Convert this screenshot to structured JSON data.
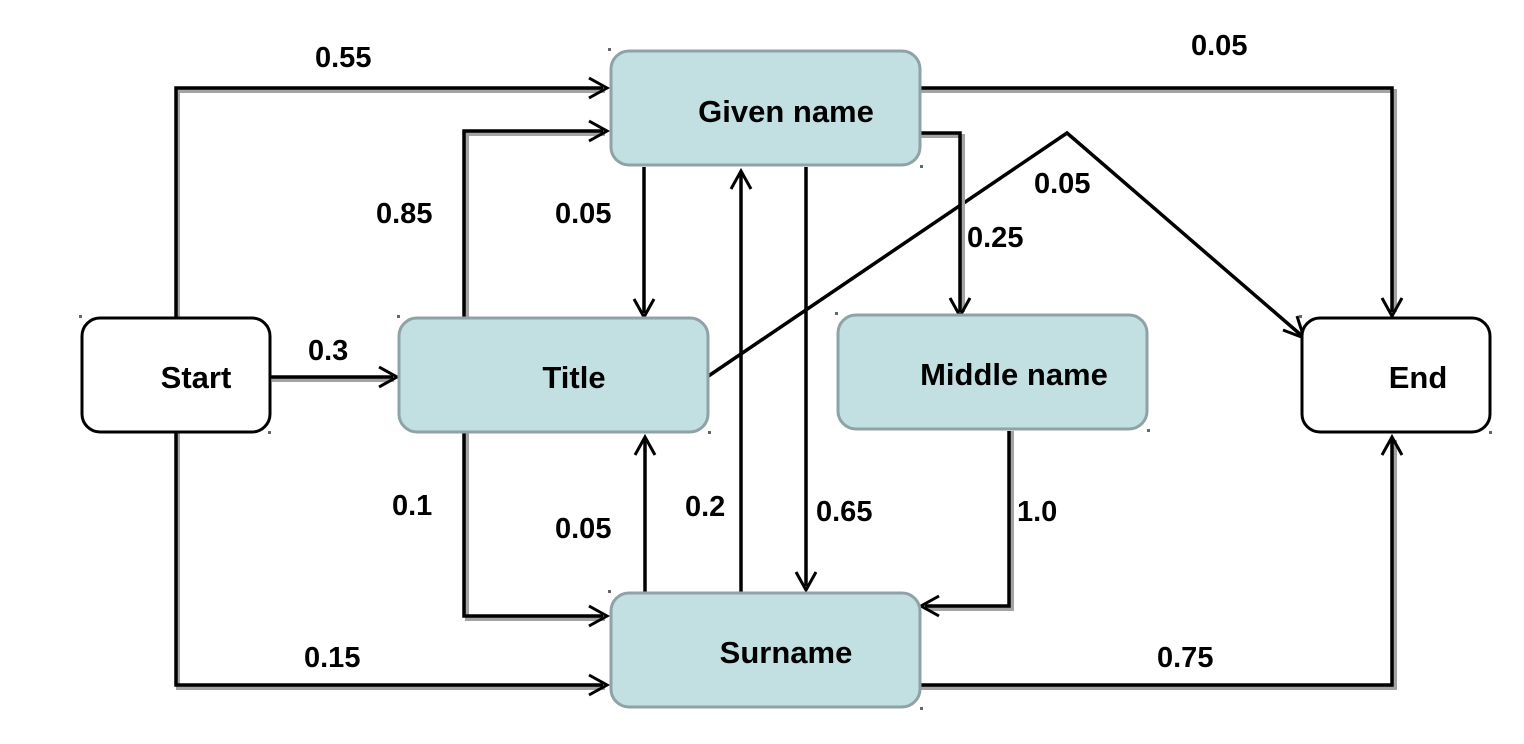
{
  "diagram": {
    "type": "state-transition-graph",
    "nodes": {
      "start": {
        "label": "Start",
        "style": "terminal"
      },
      "title": {
        "label": "Title",
        "style": "state"
      },
      "given_name": {
        "label": "Given name",
        "style": "state"
      },
      "middle_name": {
        "label": "Middle name",
        "style": "state"
      },
      "surname": {
        "label": "Surname",
        "style": "state"
      },
      "end": {
        "label": "End",
        "style": "terminal"
      }
    },
    "edges": {
      "start_given_name": {
        "from": "Start",
        "to": "Given name",
        "label": "0.55"
      },
      "start_title": {
        "from": "Start",
        "to": "Title",
        "label": "0.3"
      },
      "start_surname": {
        "from": "Start",
        "to": "Surname",
        "label": "0.15"
      },
      "title_given_name": {
        "from": "Title",
        "to": "Given name",
        "label": "0.85"
      },
      "title_surname": {
        "from": "Title",
        "to": "Surname",
        "label": "0.1"
      },
      "title_end": {
        "from": "Title",
        "to": "End",
        "label": "0.05"
      },
      "given_name_title": {
        "from": "Given name",
        "to": "Title",
        "label": "0.05"
      },
      "given_name_middle_name": {
        "from": "Given name",
        "to": "Middle name",
        "label": "0.25"
      },
      "given_name_surname": {
        "from": "Given name",
        "to": "Surname",
        "label": "0.65"
      },
      "given_name_end": {
        "from": "Given name",
        "to": "End",
        "label": "0.05"
      },
      "surname_title": {
        "from": "Surname",
        "to": "Title",
        "label": "0.05"
      },
      "surname_given_name": {
        "from": "Surname",
        "to": "Given name",
        "label": "0.2"
      },
      "surname_end": {
        "from": "Surname",
        "to": "End",
        "label": "0.75"
      },
      "middle_name_surname": {
        "from": "Middle name",
        "to": "Surname",
        "label": "1.0"
      }
    },
    "colors": {
      "state_fill": "#c2dfe1",
      "state_border": "#8fa2a6",
      "terminal_fill": "#ffffff",
      "terminal_border": "#000000",
      "edge": "#000000",
      "edge_shadow": "#a3a3a3"
    }
  }
}
